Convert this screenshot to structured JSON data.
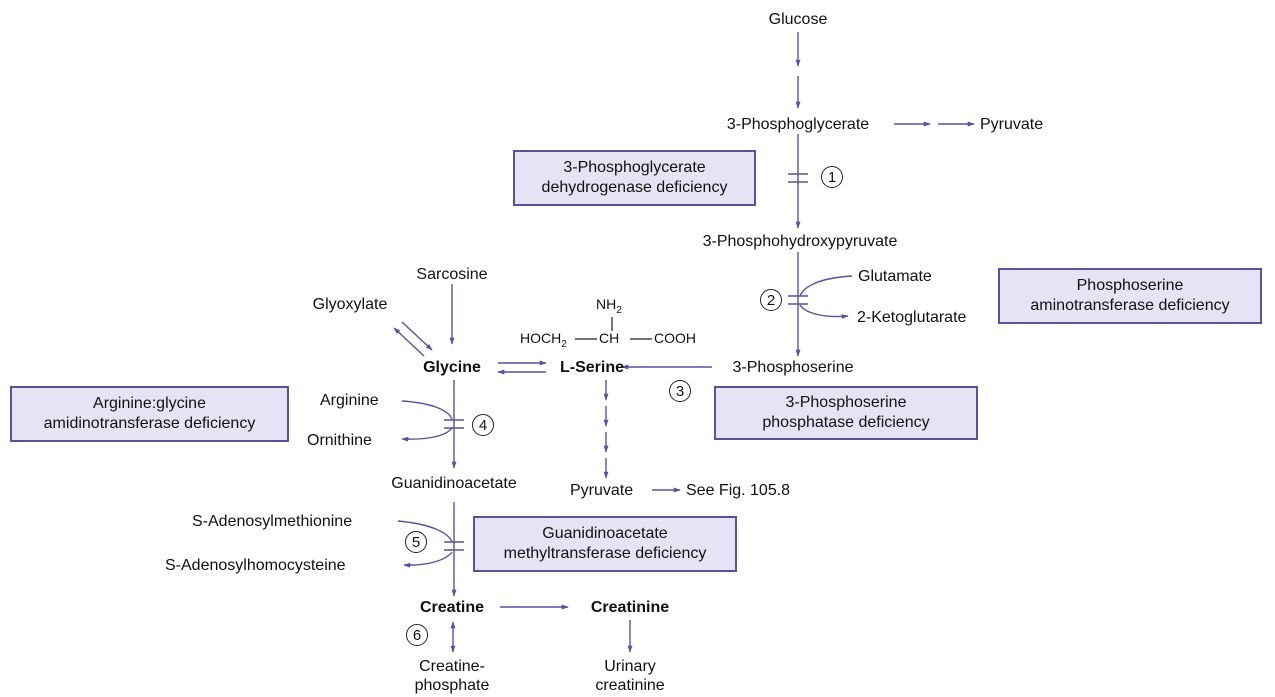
{
  "colors": {
    "arrow": "#5c4f9c",
    "box_fill": "#e6e3f5",
    "box_border": "#5c4f9c"
  },
  "metabolites": {
    "glucose": "Glucose",
    "phosphoglycerate": "3-Phosphoglycerate",
    "pyruvate_top": "Pyruvate",
    "phosphohydroxypyruvate": "3-Phosphohydroxypyruvate",
    "glutamate": "Glutamate",
    "ketoglutarate": "2-Ketoglutarate",
    "phosphoserine": "3-Phosphoserine",
    "sarcosine": "Sarcosine",
    "glyoxylate": "Glyoxylate",
    "glycine": "Glycine",
    "serine": "L-Serine",
    "arginine": "Arginine",
    "ornithine": "Ornithine",
    "guanidinoacetate": "Guanidinoacetate",
    "pyruvate_bottom": "Pyruvate",
    "see_fig": "See Fig. 105.8",
    "sam": "S-Adenosylmethionine",
    "sah": "S-Adenosylhomocysteine",
    "creatine": "Creatine",
    "creatinine": "Creatinine",
    "creatine_phosphate_1": "Creatine-",
    "creatine_phosphate_2": "phosphate",
    "urinary_1": "Urinary",
    "urinary_2": "creatinine"
  },
  "serine_structure": {
    "nh2": "NH",
    "nh2_sub": "2",
    "left": "HOCH",
    "left_sub": "2",
    "center": "CH",
    "right": "COOH"
  },
  "deficiencies": [
    {
      "line1": "3-Phosphoglycerate",
      "line2": "dehydrogenase deficiency"
    },
    {
      "line1": "Phosphoserine",
      "line2": "aminotransferase deficiency"
    },
    {
      "line1": "3-Phosphoserine",
      "line2": "phosphatase deficiency"
    },
    {
      "line1": "Arginine:glycine",
      "line2": "amidinotransferase deficiency"
    },
    {
      "line1": "Guanidinoacetate",
      "line2": "methyltransferase deficiency"
    }
  ],
  "steps": [
    "1",
    "2",
    "3",
    "4",
    "5",
    "6"
  ]
}
